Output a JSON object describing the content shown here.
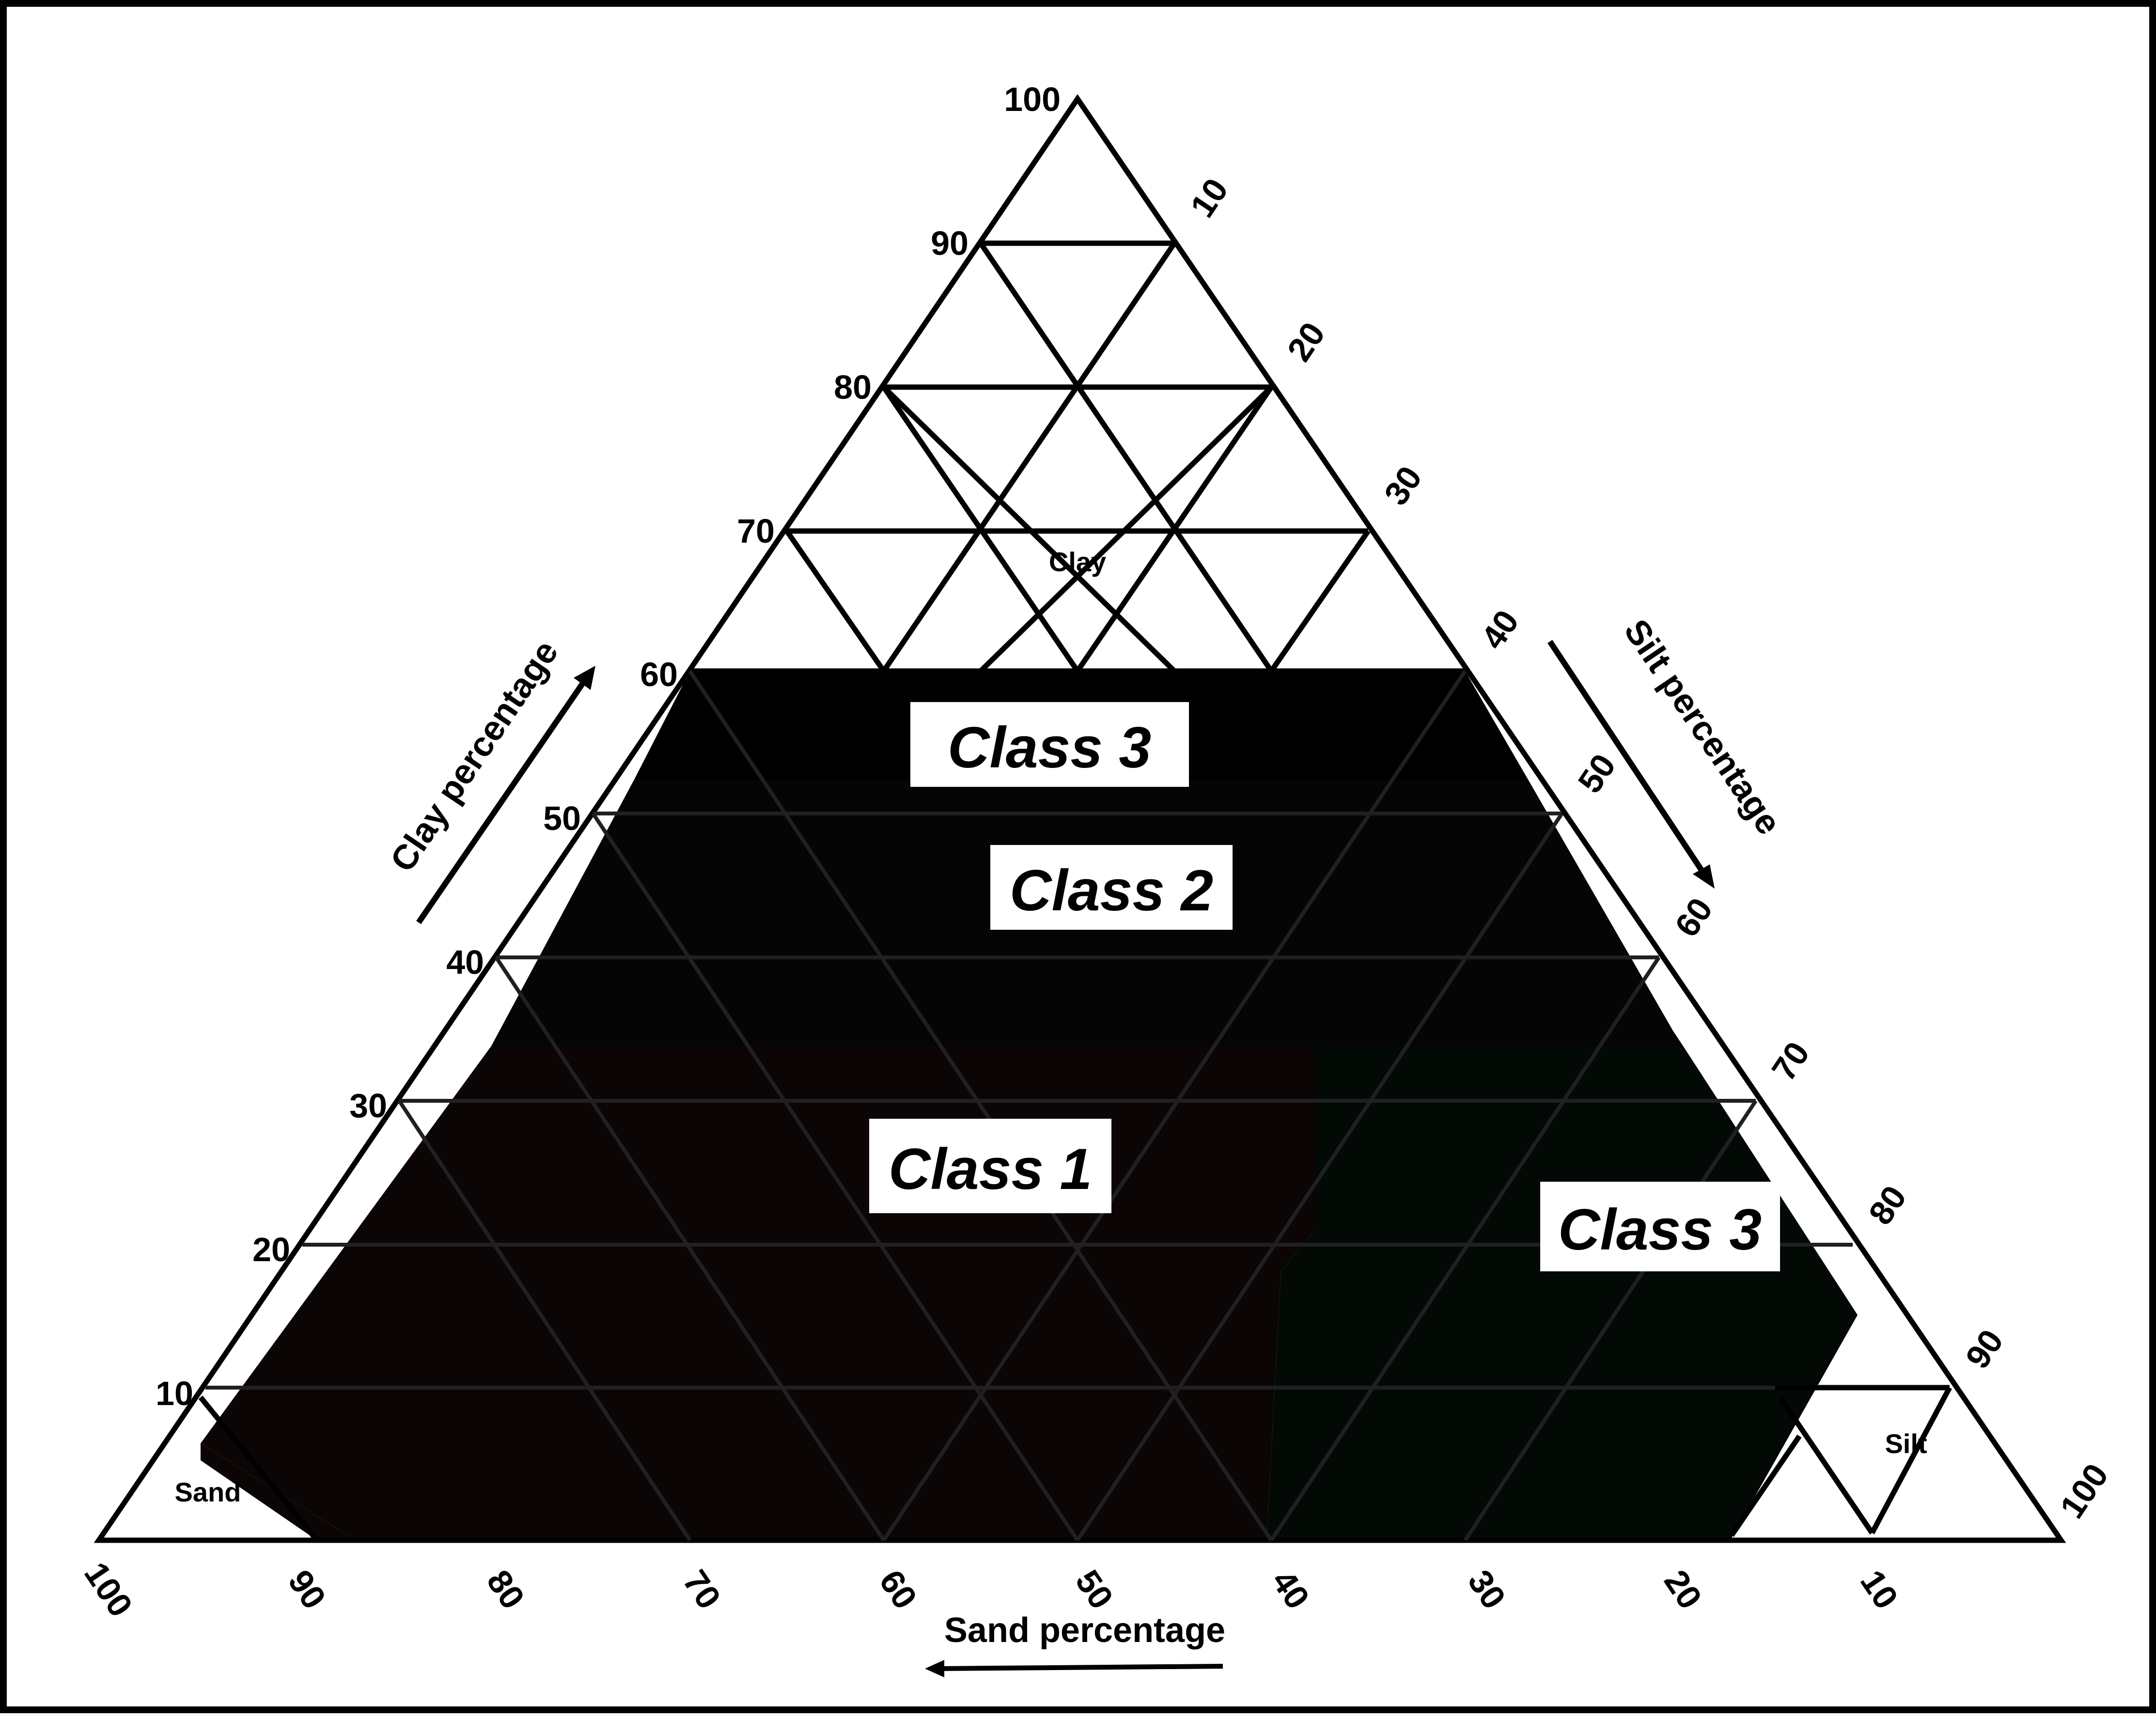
{
  "colors": {
    "background": "#ffffff",
    "class_fill": "#000000",
    "class_label_box": "#ffffff",
    "lines": "#000000"
  },
  "diagram": {
    "axes": {
      "clay": {
        "title": "Clay percentage",
        "ticks": [
          "100",
          "90",
          "80",
          "70",
          "60",
          "50",
          "40",
          "30",
          "20",
          "10"
        ]
      },
      "silt": {
        "title": "Silt percentage",
        "ticks": [
          "10",
          "20",
          "30",
          "40",
          "50",
          "60",
          "70",
          "80",
          "90",
          "100"
        ]
      },
      "sand": {
        "title": "Sand percentage",
        "ticks": [
          "100",
          "90",
          "80",
          "70",
          "60",
          "50",
          "40",
          "30",
          "20",
          "10"
        ]
      }
    },
    "regions": {
      "clay": "Clay",
      "sand": "Sand",
      "silt": "Silt"
    },
    "classes": {
      "class1": "Class 1",
      "class2": "Class 2",
      "class3_top": "Class 3",
      "class3_right": "Class 3"
    }
  }
}
